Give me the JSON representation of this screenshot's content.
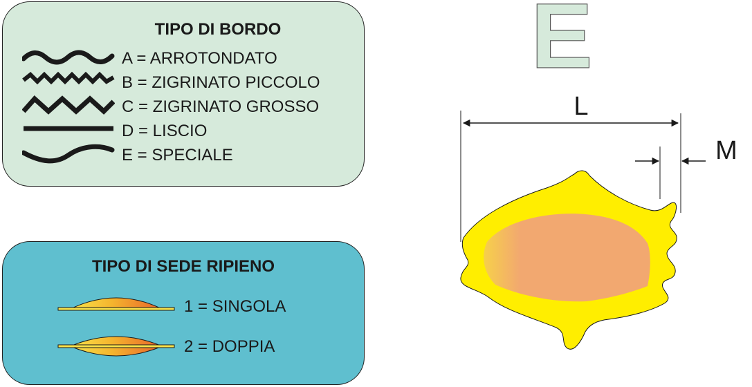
{
  "bordo_panel": {
    "title": "TIPO DI BORDO",
    "items": [
      {
        "symbol": "wave-icon",
        "label": "A = ARROTONDATO"
      },
      {
        "symbol": "small-zigzag-icon",
        "label": "B = ZIGRINATO PICCOLO"
      },
      {
        "symbol": "large-zigzag-icon",
        "label": "C = ZIGRINATO GROSSO"
      },
      {
        "symbol": "straight-line-icon",
        "label": "D = LISCIO"
      },
      {
        "symbol": "special-curve-icon",
        "label": "E = SPECIALE"
      }
    ]
  },
  "sede_panel": {
    "title": "TIPO DI SEDE RIPIENO",
    "items": [
      {
        "symbol": "single-filling-icon",
        "label": "1 = SINGOLA"
      },
      {
        "symbol": "double-filling-icon",
        "label": "2 = DOPPIA"
      }
    ]
  },
  "shape_code": "E",
  "dimensions": {
    "length_label": "L",
    "margin_label": "M"
  },
  "colors": {
    "bordo_panel_bg": "#d6eadb",
    "sede_panel_bg": "#5fbfcf",
    "pasta_edge": "#ffee00",
    "filling": "#f2a870",
    "filling_highlight": "#f6d04a"
  }
}
